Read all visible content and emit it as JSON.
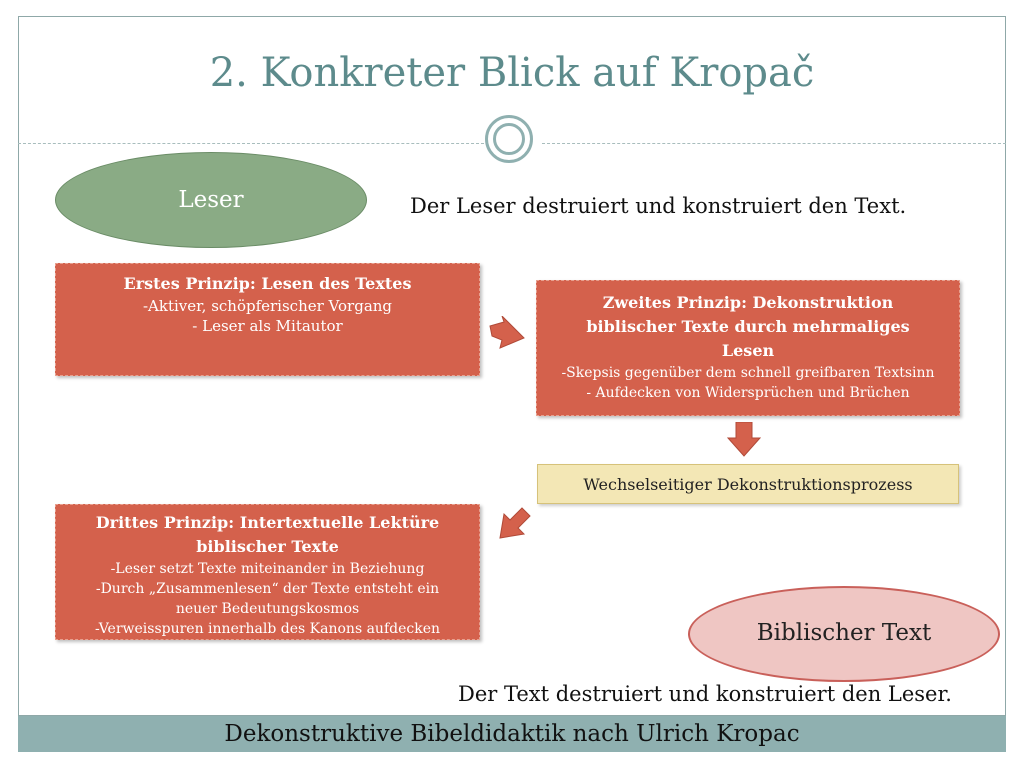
{
  "title": "2. Konkreter Blick auf Kropač",
  "leser_oval": "Leser",
  "leser_caption": "Der Leser destruiert und konstruiert den Text.",
  "box1": {
    "head": "Erstes Prinzip: Lesen des Textes",
    "lines": [
      "-Aktiver, schöpferischer Vorgang",
      "- Leser als Mitautor"
    ]
  },
  "box2": {
    "head_lines": [
      "Zweites Prinzip: Dekonstruktion",
      "biblischer Texte durch mehrmaliges",
      "Lesen"
    ],
    "lines": [
      "-Skepsis gegenüber dem schnell greifbaren Textsinn",
      "- Aufdecken von Widersprüchen und Brüchen"
    ]
  },
  "process_box": "Wechselseitiger Dekonstruktionsprozess",
  "box3": {
    "head_lines": [
      "Drittes Prinzip: Intertextuelle Lektüre",
      "biblischer Texte"
    ],
    "lines": [
      "-Leser setzt Texte miteinander in Beziehung",
      "-Durch „Zusammenlesen“ der Texte entsteht ein",
      "neuer Bedeutungskosmos",
      "-Verweisspuren innerhalb des Kanons aufdecken"
    ]
  },
  "text_oval": "Biblischer Text",
  "text_caption": "Der Text destruiert und konstruiert den Leser.",
  "footer": "Dekonstruktive Bibeldidaktik nach Ulrich Kropac",
  "colors": {
    "accent_teal": "#8fb0b0",
    "title": "#5d8b8c",
    "box_red": "#d4614c",
    "oval_green": "#8aab85",
    "oval_pink": "#efc6c3",
    "box_yellow": "#f3e7b5"
  }
}
